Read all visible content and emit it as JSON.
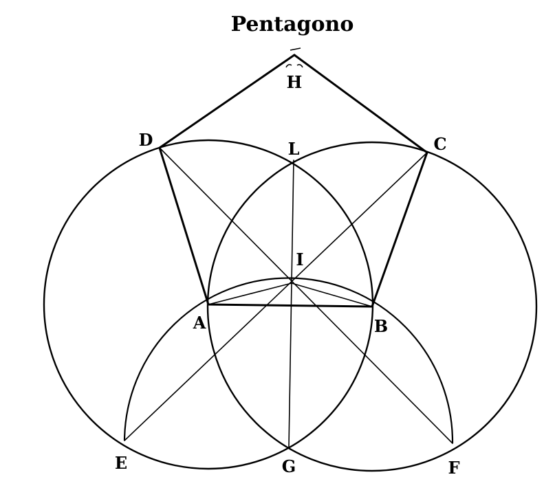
{
  "title": "Pentagono",
  "labels": {
    "H": "H",
    "D": "D",
    "C": "C",
    "L": "L",
    "I": "I",
    "A": "A",
    "B": "B",
    "E": "E",
    "G": "G",
    "F": "F"
  },
  "colors": {
    "ink": "#000000",
    "paper": "#ffffff"
  }
}
